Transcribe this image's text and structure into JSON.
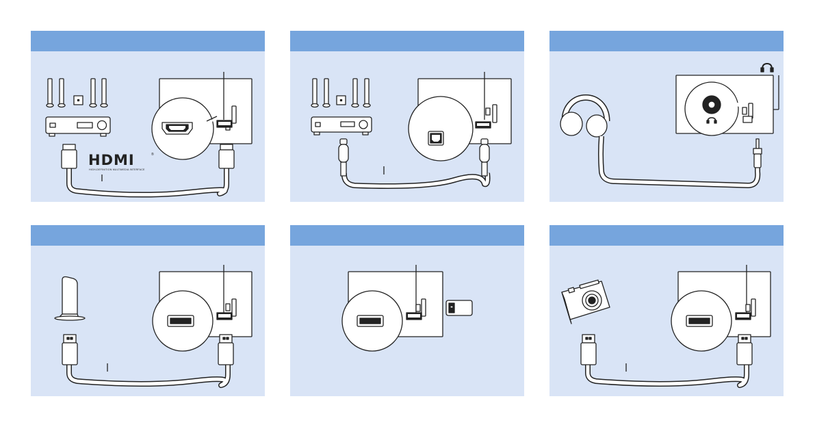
{
  "panels": [
    {
      "id": "hdmi-soundbar",
      "header": "",
      "logo": {
        "text": "HDMI",
        "mark": "®",
        "tagline": "HIGH-DEFINITION MULTIMEDIA INTERFACE"
      },
      "icons": [
        "speaker-set-icon",
        "av-receiver-icon",
        "tv-icon",
        "hdmi-port-icon",
        "hdmi-cable-icon"
      ]
    },
    {
      "id": "optical-audio",
      "header": "",
      "icons": [
        "speaker-set-icon",
        "av-receiver-icon",
        "tv-icon",
        "optical-port-icon",
        "optical-cable-icon"
      ]
    },
    {
      "id": "headphones",
      "header": "",
      "icons": [
        "headphones-icon",
        "tv-icon",
        "headphone-jack-icon",
        "audio-cable-icon"
      ]
    },
    {
      "id": "usb-hard-drive",
      "header": "",
      "icons": [
        "hard-drive-icon",
        "tv-icon",
        "usb-port-icon",
        "usb-cable-icon"
      ]
    },
    {
      "id": "usb-flash-drive",
      "header": "",
      "icons": [
        "tv-icon",
        "usb-port-icon",
        "usb-flash-drive-icon"
      ]
    },
    {
      "id": "usb-camera",
      "header": "",
      "icons": [
        "camera-icon",
        "tv-icon",
        "usb-port-icon",
        "usb-cable-icon"
      ]
    }
  ],
  "colors": {
    "header": "#76a5dd",
    "panel_background": "#d9e4f6",
    "line": "#222222",
    "device_fill": "#ffffff"
  }
}
